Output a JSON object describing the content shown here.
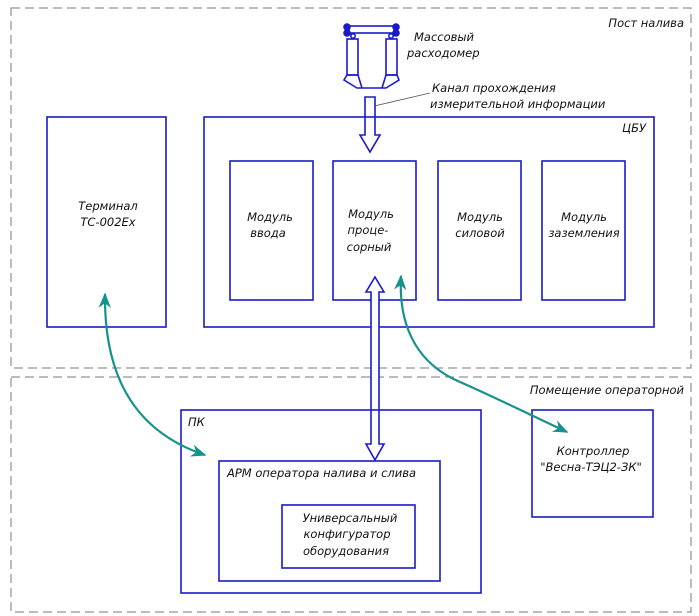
{
  "colors": {
    "block": "#1a1acc",
    "link": "#15928c",
    "zone": "#7a7a7a",
    "text": "#111111"
  },
  "zones": {
    "post": {
      "label": "Пост налива"
    },
    "operator_room": {
      "label": "Помещение операторной"
    }
  },
  "flowmeter": {
    "icon": "mass-flowmeter-icon",
    "label_line1": "Массовый",
    "label_line2": "расходомер"
  },
  "channel_note": {
    "line1": "Канал прохождения",
    "line2": "измерительной информации"
  },
  "terminal": {
    "line1": "Терминал",
    "line2": "ТС-002Ex"
  },
  "cbu": {
    "label": "ЦБУ",
    "modules": [
      {
        "line1": "Модуль",
        "line2": "ввода",
        "line3": ""
      },
      {
        "line1": "Модуль",
        "line2": "проце-",
        "line3": "сорный"
      },
      {
        "line1": "Модуль",
        "line2": "силовой",
        "line3": ""
      },
      {
        "line1": "Модуль",
        "line2": "заземления",
        "line3": ""
      }
    ]
  },
  "pc": {
    "label": "ПК",
    "arm": {
      "label": "АРМ оператора налива и слива"
    },
    "configurator": {
      "line1": "Универсальный",
      "line2": "конфигуратор",
      "line3": "оборудования"
    }
  },
  "controller": {
    "line1": "Контроллер",
    "line2": "\"Весна-ТЭЦ2-ЗК\""
  }
}
